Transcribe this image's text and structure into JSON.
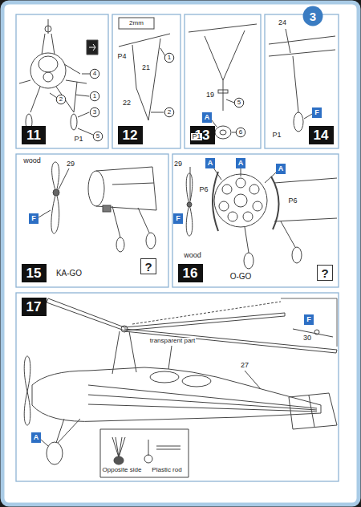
{
  "diagram": {
    "nodes": [
      {
        "text": [
          "3"
        ]
      },
      {
        "text": [
          "11"
        ]
      },
      {
        "text": [
          "4"
        ]
      },
      {
        "text": [
          "2"
        ]
      },
      {
        "text": [
          "1"
        ]
      },
      {
        "text": [
          "3"
        ]
      },
      {
        "text": [
          "5"
        ]
      },
      {
        "text": [
          "12"
        ]
      },
      {
        "text": [
          "1"
        ]
      },
      {
        "text": [
          "2"
        ]
      },
      {
        "text": [
          "13"
        ]
      },
      {
        "text": [
          "5"
        ]
      },
      {
        "text": [
          "A"
        ]
      },
      {
        "text": [
          "6"
        ]
      },
      {
        "text": [
          "14"
        ]
      },
      {
        "text": [
          "F"
        ]
      },
      {
        "text": [
          "15"
        ]
      },
      {
        "text": [
          "F"
        ]
      },
      {
        "text": [
          "?"
        ]
      },
      {
        "text": [
          "16"
        ]
      },
      {
        "text": [
          "A"
        ]
      },
      {
        "text": [
          "A"
        ]
      },
      {
        "text": [
          "A"
        ]
      },
      {
        "text": [
          "F"
        ]
      },
      {
        "text": [
          "?"
        ]
      },
      {
        "text": [
          "17"
        ]
      },
      {
        "text": [
          "F"
        ]
      },
      {
        "text": [
          "A"
        ]
      }
    ],
    "labels": [
      "P1",
      "2mm",
      "P4",
      "21",
      "22",
      "19",
      "P1",
      "24",
      "P1",
      "wood",
      "29",
      "KA-GO",
      "29",
      "P6",
      "P6",
      "wood",
      "O-GO",
      "30",
      "transparent part",
      "27",
      "Opposite side",
      "Plastic rod"
    ]
  }
}
